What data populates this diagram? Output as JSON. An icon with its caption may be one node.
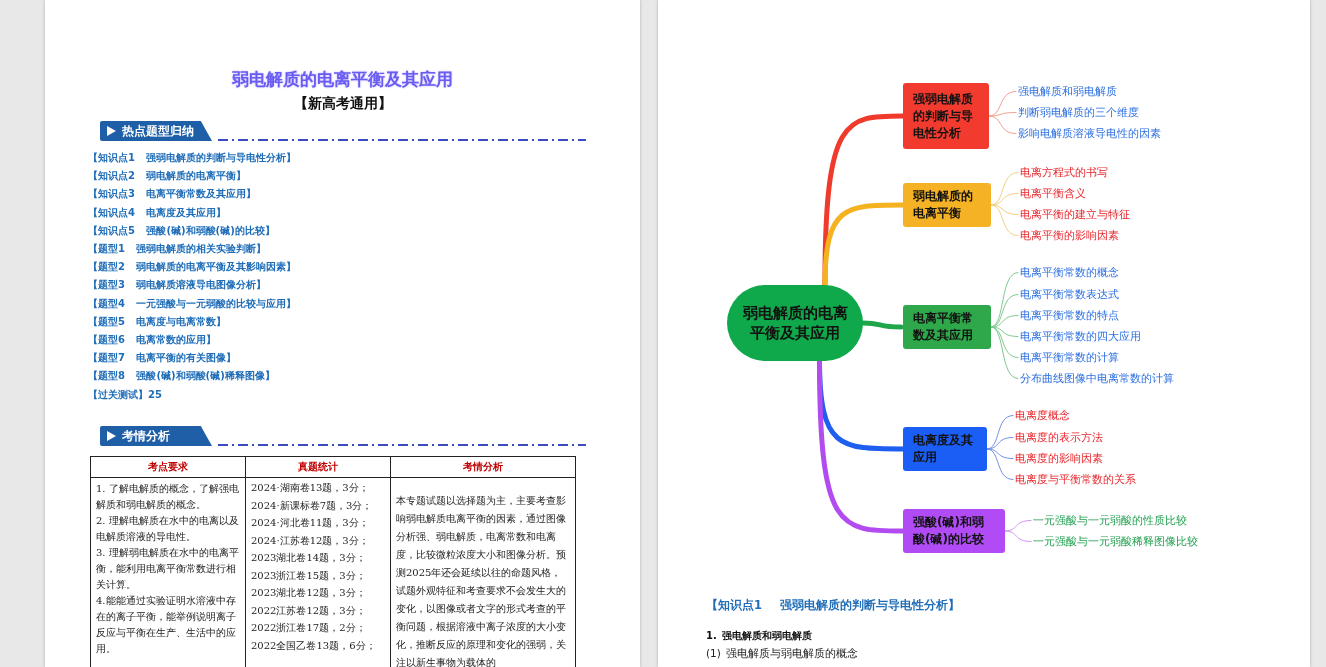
{
  "diagram": {
    "title": "弱电解质的电离平衡及其应用",
    "nodes": [
      {
        "text": [
          "弱电解质的电离平衡及其应用"
        ]
      },
      {
        "text": [
          "强弱电解质的判断与导电性分析"
        ]
      },
      {
        "text": [
          "强电解质和弱电解质"
        ]
      },
      {
        "text": [
          "判断弱电解质的三个维度"
        ]
      },
      {
        "text": [
          "影响电解质溶液导电性的因素"
        ]
      },
      {
        "text": [
          "弱电解质的电离平衡"
        ]
      },
      {
        "text": [
          "电离方程式的书写"
        ]
      },
      {
        "text": [
          "电离平衡含义"
        ]
      },
      {
        "text": [
          "电离平衡的建立与特征"
        ]
      },
      {
        "text": [
          "电离平衡的影响因素"
        ]
      },
      {
        "text": [
          "电离平衡常数及其应用"
        ]
      },
      {
        "text": [
          "电离平衡常数的概念"
        ]
      },
      {
        "text": [
          "电离平衡常数表达式"
        ]
      },
      {
        "text": [
          "电离平衡常数的特点"
        ]
      },
      {
        "text": [
          "电离平衡常数的四大应用"
        ]
      },
      {
        "text": [
          "电离平衡常数的计算"
        ]
      },
      {
        "text": [
          "分布曲线图像中电离常数的计算"
        ]
      },
      {
        "text": [
          "电离度及其应用"
        ]
      },
      {
        "text": [
          "电离度概念"
        ]
      },
      {
        "text": [
          "电离度的表示方法"
        ]
      },
      {
        "text": [
          "电离度的影响因素"
        ]
      },
      {
        "text": [
          "电离度与平衡常数的关系"
        ]
      },
      {
        "text": [
          "强酸(碱)和弱酸(碱)的比较"
        ]
      },
      {
        "text": [
          "一元强酸与一元弱酸的性质比较"
        ]
      },
      {
        "text": [
          "一元强酸与一元弱酸稀释图像比较"
        ]
      }
    ],
    "edges": [
      {
        "from": 0,
        "to": 1,
        "arrow": "none",
        "style": "thick",
        "color": "#f03a2c"
      },
      {
        "from": 1,
        "to": 2,
        "arrow": "none",
        "color": "#f0a090"
      },
      {
        "from": 1,
        "to": 3,
        "arrow": "none",
        "color": "#f0a090"
      },
      {
        "from": 1,
        "to": 4,
        "arrow": "none",
        "color": "#f0a090"
      },
      {
        "from": 0,
        "to": 5,
        "arrow": "none",
        "style": "thick",
        "color": "#f4b21f"
      },
      {
        "from": 5,
        "to": 6,
        "arrow": "none",
        "color": "#f2d080"
      },
      {
        "from": 5,
        "to": 7,
        "arrow": "none",
        "color": "#f2d080"
      },
      {
        "from": 5,
        "to": 8,
        "arrow": "none",
        "color": "#f2d080"
      },
      {
        "from": 5,
        "to": 9,
        "arrow": "none",
        "color": "#f2d080"
      },
      {
        "from": 0,
        "to": 10,
        "arrow": "none",
        "style": "thick",
        "color": "#1fa64a"
      },
      {
        "from": 10,
        "to": 11,
        "arrow": "none",
        "color": "#80c890"
      },
      {
        "from": 10,
        "to": 12,
        "arrow": "none",
        "color": "#80c890"
      },
      {
        "from": 10,
        "to": 13,
        "arrow": "none",
        "color": "#80c890"
      },
      {
        "from": 10,
        "to": 14,
        "arrow": "none",
        "color": "#80c890"
      },
      {
        "from": 10,
        "to": 15,
        "arrow": "none",
        "color": "#80c890"
      },
      {
        "from": 10,
        "to": 16,
        "arrow": "none",
        "color": "#80c890"
      },
      {
        "from": 0,
        "to": 17,
        "arrow": "none",
        "style": "thick",
        "color": "#1f5ff0"
      },
      {
        "from": 17,
        "to": 18,
        "arrow": "none",
        "color": "#7090e0"
      },
      {
        "from": 17,
        "to": 19,
        "arrow": "none",
        "color": "#7090e0"
      },
      {
        "from": 17,
        "to": 20,
        "arrow": "none",
        "color": "#7090e0"
      },
      {
        "from": 17,
        "to": 21,
        "arrow": "none",
        "color": "#7090e0"
      },
      {
        "from": 0,
        "to": 22,
        "arrow": "none",
        "style": "thick",
        "color": "#b34cf0"
      },
      {
        "from": 22,
        "to": 23,
        "arrow": "none",
        "color": "#d090f0"
      },
      {
        "from": 22,
        "to": 24,
        "arrow": "none",
        "color": "#d090f0"
      }
    ],
    "labels": [
      "【新高考通用】",
      "热点题型归纳",
      "【知识点1 强弱电解质的判断与导电性分析】",
      "【知识点2 弱电解质的电离平衡】",
      "【知识点3 电离平衡常数及其应用】",
      "【知识点4 电离度及其应用】",
      "【知识点5 强酸(碱)和弱酸(碱)的比较】",
      "【题型1 强弱电解质的相关实验判断】",
      "【题型2 弱电解质的电离平衡及其影响因素】",
      "【题型3 弱电解质溶液导电图像分析】",
      "【题型4 一元强酸与一元弱酸的比较与应用】",
      "【题型5 电离度与电离常数】",
      "【题型6 电离常数的应用】",
      "【题型7 电离平衡的有关图像】",
      "【题型8 强酸(碱)和弱酸(碱)稀释图像】",
      "【过关测试】25",
      "考情分析",
      "考点要求",
      "真题统计",
      "考情分析",
      "1. 了解电解质的概念，了解强电解质和弱电解质的概念。",
      "2. 理解电解质在水中的电离以及电解质溶液的导电性。",
      "3. 理解弱电解质在水中的电离平衡，能利用电离平衡常数进行相关计算。",
      "4.能能通过实验证明水溶液中存在的离子平衡，能举例说明离子反应与平衡在生产、生活中的应用。",
      "2024·湖南卷13题，3分；",
      "2024·新课标卷7题，3分；",
      "2024·河北卷11题，3分；",
      "2024·江苏卷12题，3分；",
      "2023湖北卷14题，3分；",
      "2023浙江卷15题，3分；",
      "2023湖北卷12题，3分；",
      "2022江苏卷12题，3分；",
      "2022浙江卷17题，2分；",
      "2022全国乙卷13题，6分；",
      "本专题试题以选择题为主，主要考查影响弱电解质电离平衡的因素，通过图像分析强、弱电解质，电离常数和电离度，比较微粒浓度大小和图像分析。预测2025年还会延续以往的命题风格，试题外观特征和考查要求不会发生大的变化，以图像或者文字的形式考查的平衡问题，根据溶液中离子浓度的大小变化，推断反应的原理和变化的强弱，关注以新生事物为载体的",
      "【知识点1 强弱电解质的判断与导电性分析】",
      "1. 强电解质和弱电解质",
      "(1) 强电解质与弱电解质的概念"
    ]
  }
}
